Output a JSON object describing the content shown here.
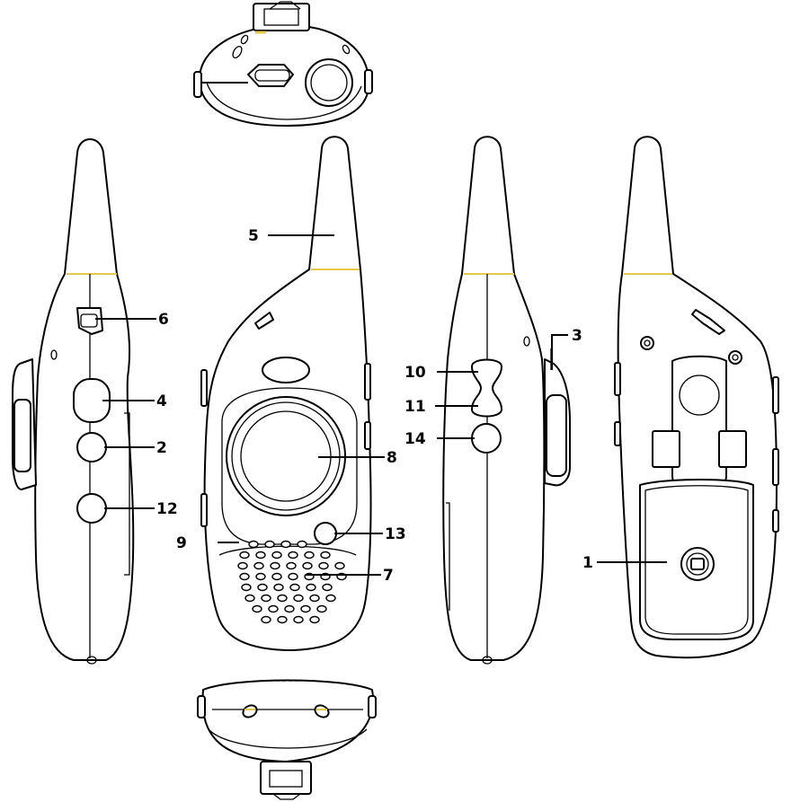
{
  "callouts": {
    "c1": "1",
    "c2": "2",
    "c3": "3",
    "c4": "4",
    "c5": "5",
    "c6": "6",
    "c7": "7",
    "c8": "8",
    "c9": "9",
    "c10": "10",
    "c11": "11",
    "c12": "12",
    "c13": "13",
    "c14": "14"
  },
  "colors": {
    "line": "#000000",
    "background": "#ffffff",
    "seam_accent": "#e8c84a"
  }
}
